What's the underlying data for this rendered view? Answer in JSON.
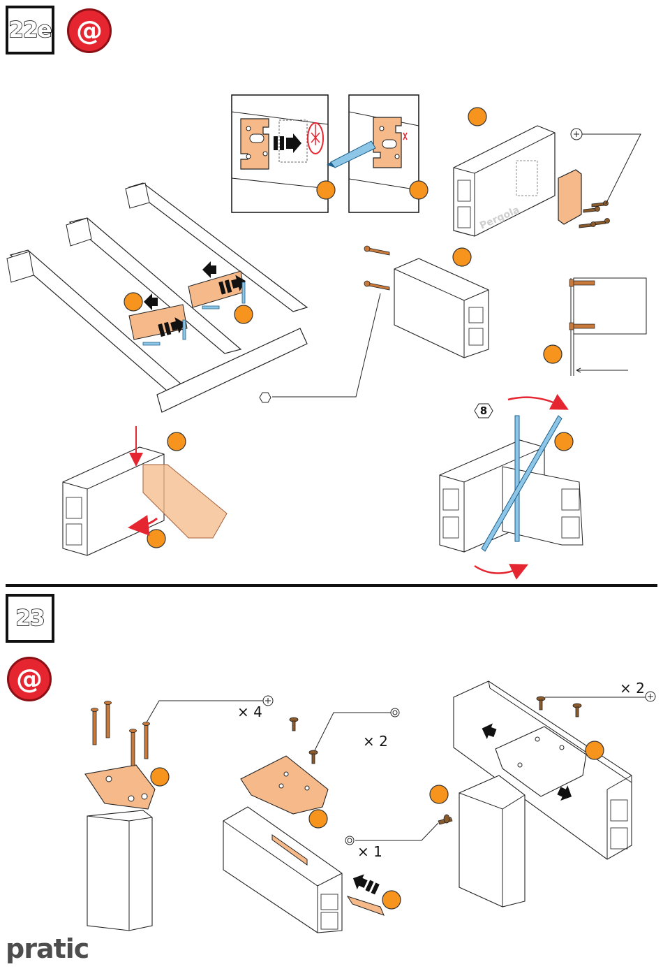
{
  "step_a": {
    "label": "22e"
  },
  "step_b": {
    "label": "23"
  },
  "badge_icon": "at-sign-icon",
  "at_symbol": "@",
  "tool_label": "8",
  "brand_text": "Pergola",
  "quantities": {
    "q1": "× 4",
    "q2": "× 2",
    "q3": "× 1",
    "q4": "× 2"
  },
  "logo": "pratic",
  "colors": {
    "accent_red": "#e52530",
    "marker_orange": "#f7941d",
    "part_copper": "#f6b98a",
    "tool_blue": "#8ec6e8"
  }
}
